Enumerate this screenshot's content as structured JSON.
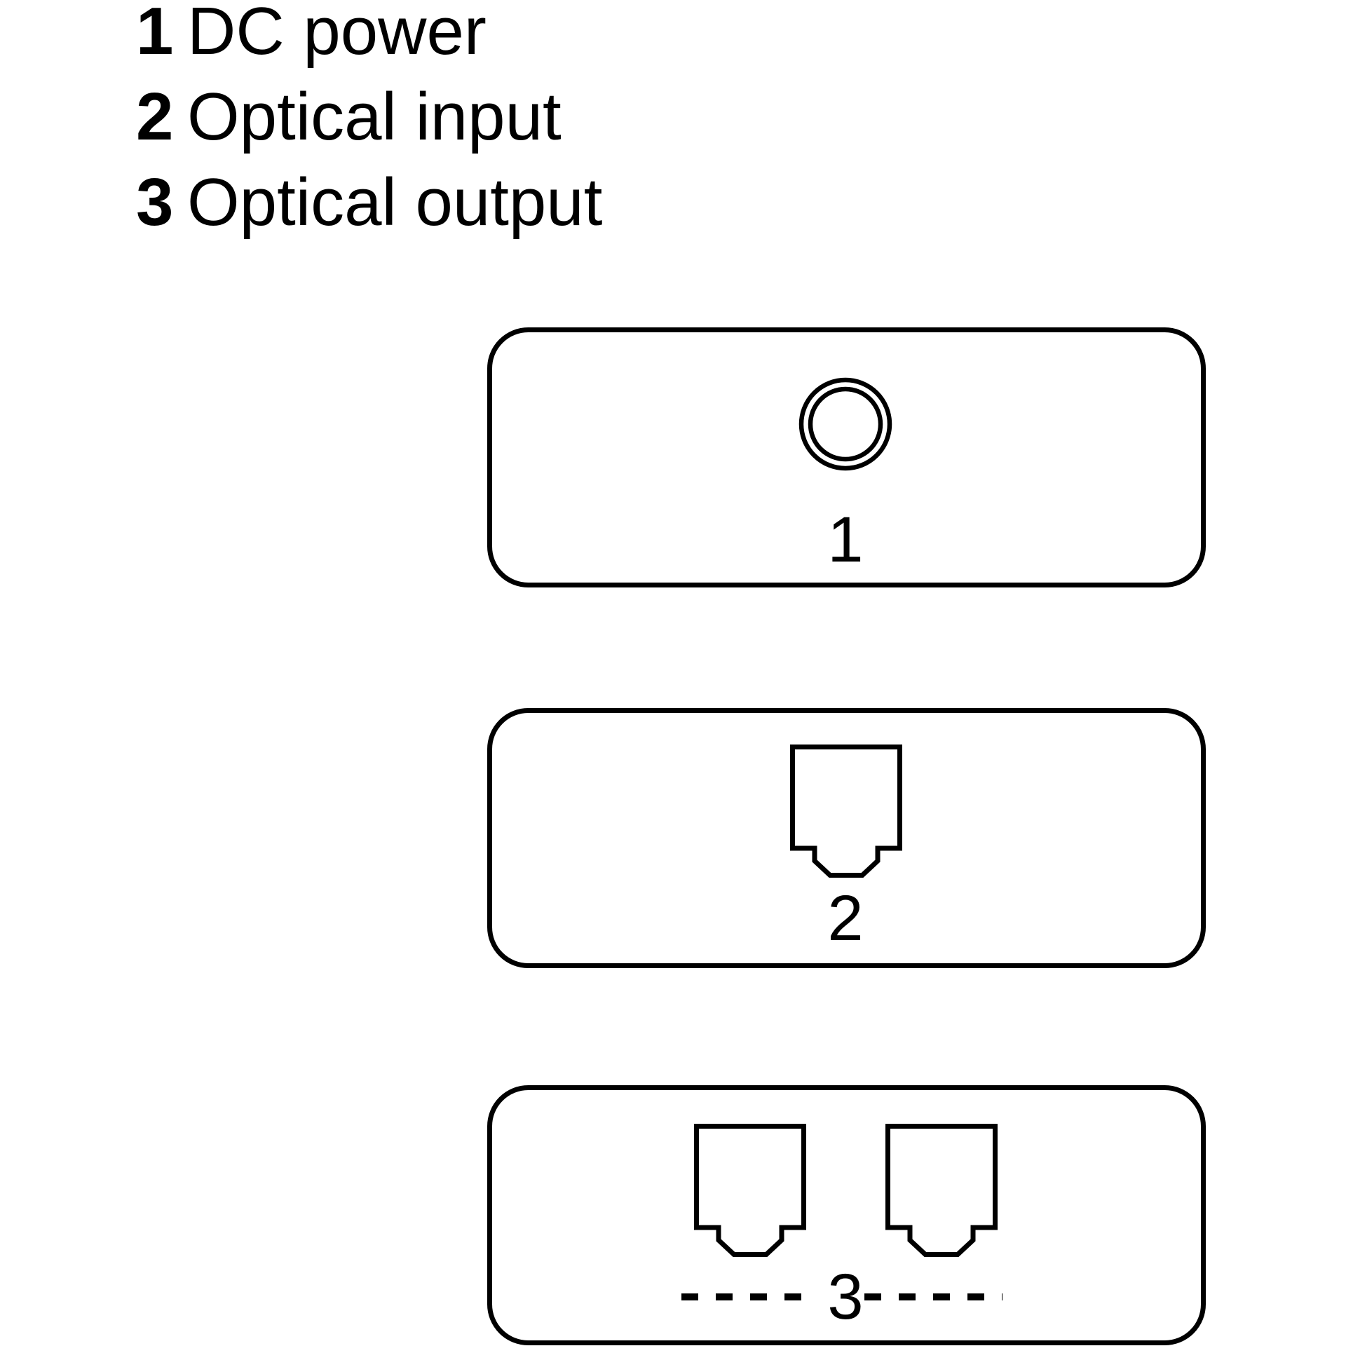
{
  "legend": {
    "items": [
      {
        "number": "1",
        "label": "DC power"
      },
      {
        "number": "2",
        "label": "Optical input"
      },
      {
        "number": "3",
        "label": "Optical output"
      }
    ]
  },
  "panels": [
    {
      "port_label": "1",
      "port_name": "DC power",
      "ports": [
        "dc-power-socket"
      ]
    },
    {
      "port_label": "2",
      "port_name": "Optical input",
      "ports": [
        "optical-socket"
      ]
    },
    {
      "port_label": "3",
      "port_name": "Optical output",
      "ports": [
        "optical-socket",
        "optical-socket"
      ]
    }
  ],
  "colors": {
    "line": "#000000",
    "background": "#ffffff"
  }
}
